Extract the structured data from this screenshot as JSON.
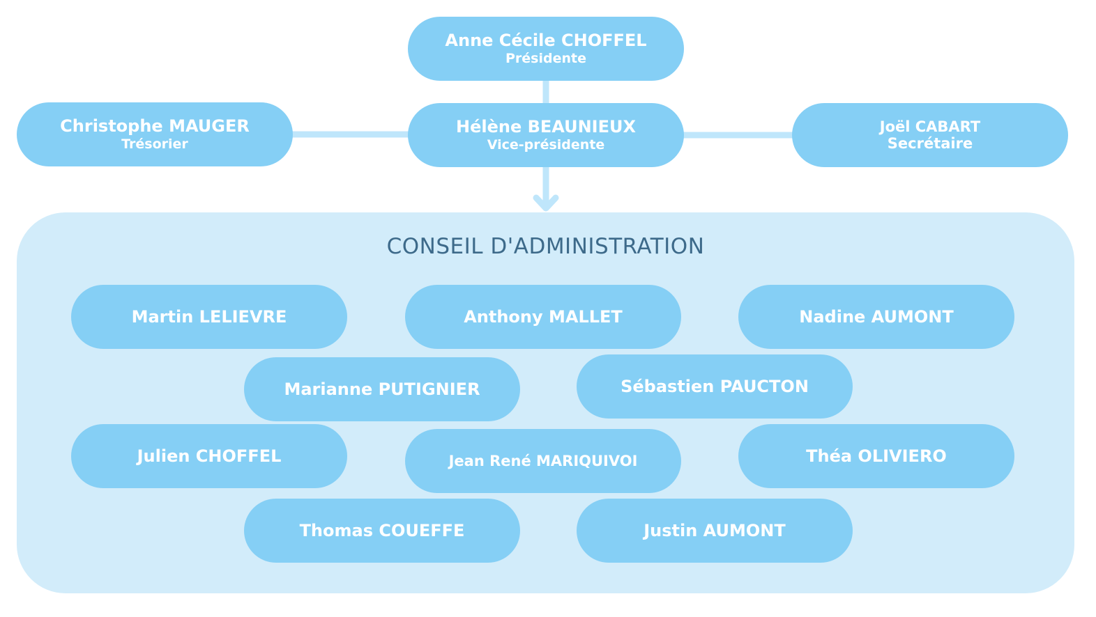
{
  "officers": {
    "president": {
      "name": "Anne Cécile CHOFFEL",
      "role": "Présidente"
    },
    "vice_president": {
      "name": "Hélène BEAUNIEUX",
      "role": "Vice-présidente"
    },
    "treasurer": {
      "name": "Christophe MAUGER",
      "role": "Trésorier"
    },
    "secretary": {
      "name": "Joël CABART",
      "role": "Secrétaire"
    }
  },
  "board": {
    "title": "CONSEIL D'ADMINISTRATION",
    "members": [
      "Martin LELIEVRE",
      "Anthony MALLET",
      "Nadine AUMONT",
      "Marianne PUTIGNIER",
      "Sébastien PAUCTON",
      "Julien CHOFFEL",
      "Jean René MARIQUIVOI",
      "Théa OLIVIERO",
      "Thomas COUEFFE",
      "Justin AUMONT"
    ]
  },
  "colors": {
    "pill": "#85cff5",
    "board_background": "#d2ecfa",
    "title_text": "#3d6a8a",
    "connector": "#bfe6fb"
  }
}
